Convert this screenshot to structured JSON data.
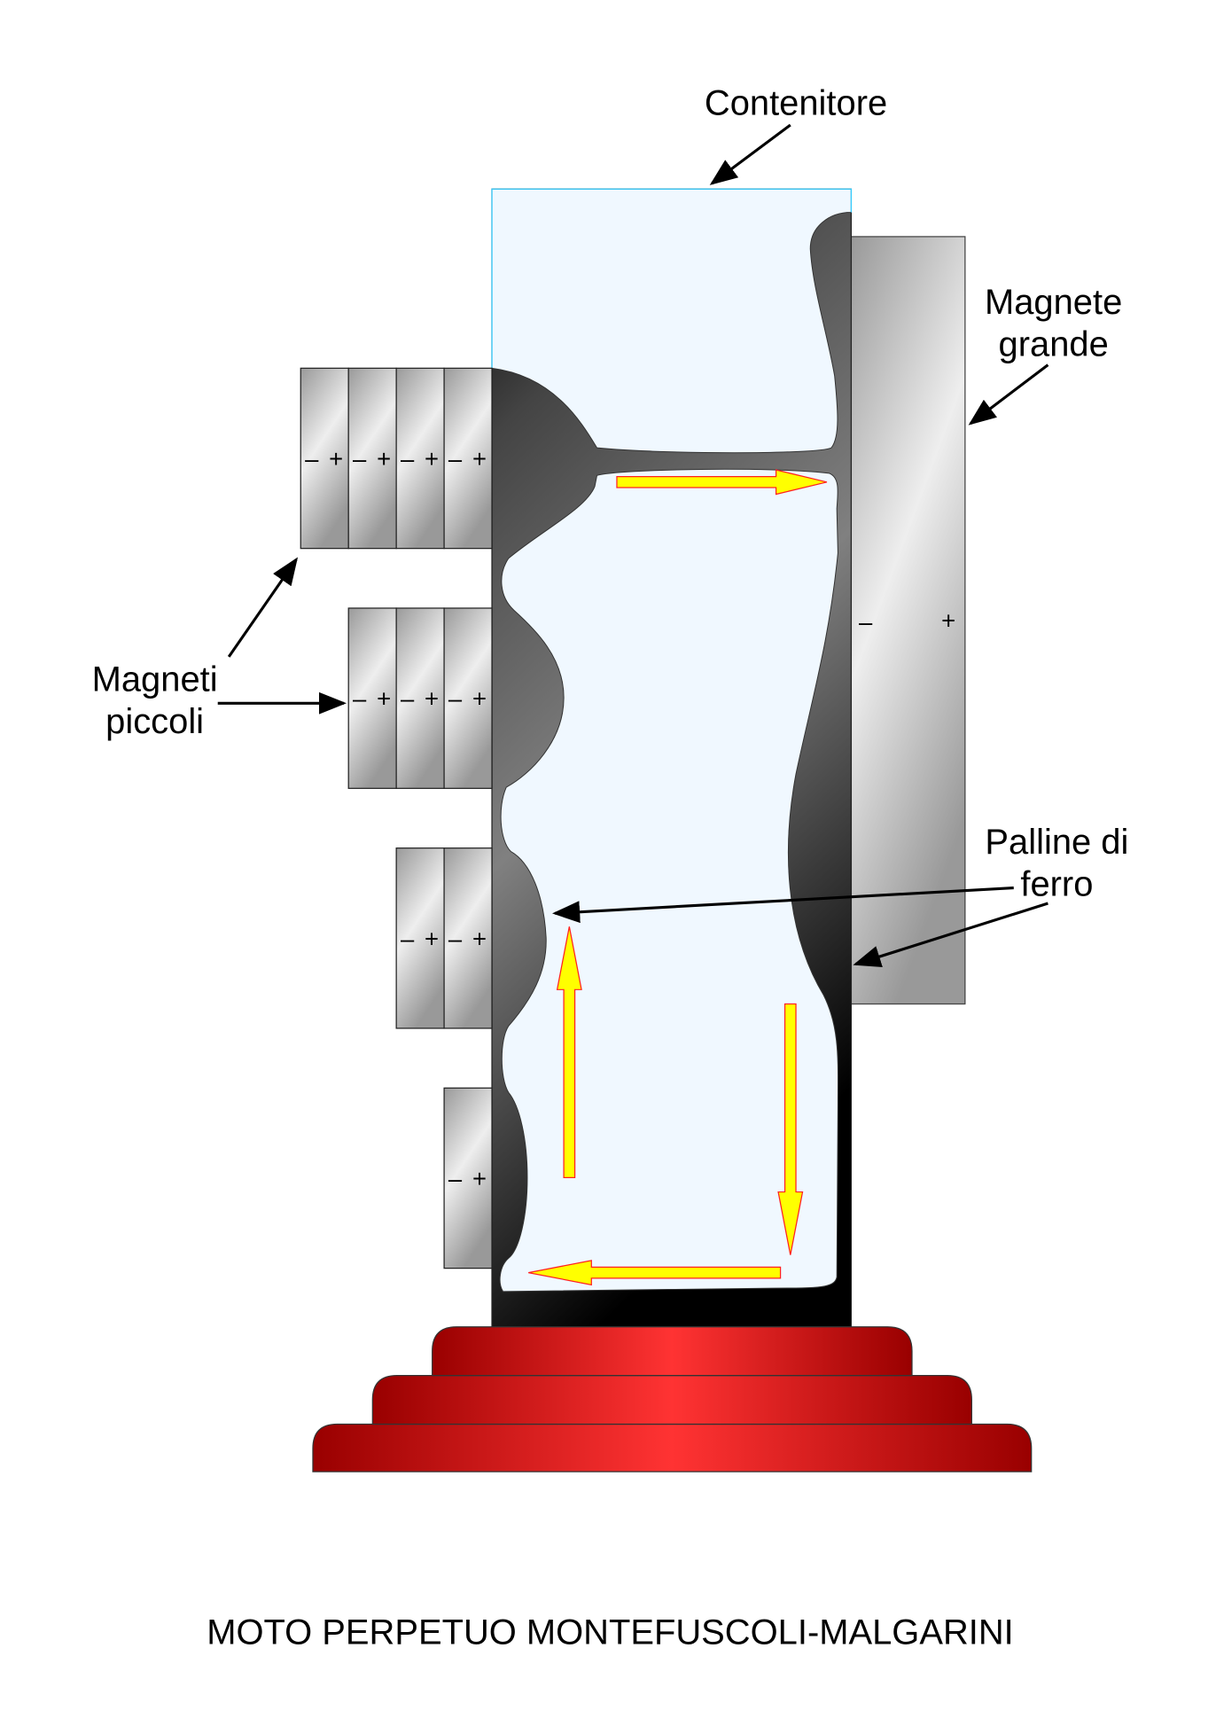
{
  "labels": {
    "container": "Contenitore",
    "big_magnet_line1": "Magnete",
    "big_magnet_line2": "grande",
    "small_magnets_line1": "Magneti",
    "small_magnets_line2": "piccoli",
    "iron_balls_line1": "Palline di",
    "iron_balls_line2": "ferro"
  },
  "title": "MOTO PERPETUO MONTEFUSCOLI-MALGARINI",
  "polarity": {
    "minus": "–",
    "plus": "+"
  },
  "small_magnet_stacks": [
    4,
    3,
    2,
    1
  ],
  "colors": {
    "fluid": "#f0f8ff",
    "container_edge": "#33ccff",
    "arrow_fill": "#ffff00",
    "arrow_stroke": "#ff2020",
    "base": "#ff3333"
  }
}
